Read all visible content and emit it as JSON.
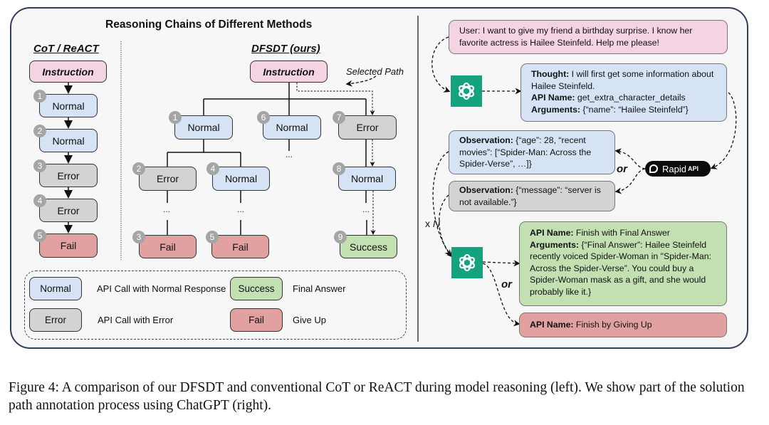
{
  "diagram": {
    "title": "Reasoning Chains of Different Methods",
    "cot": {
      "title": "CoT / ReACT",
      "instruction": "Instruction",
      "nodes": [
        {
          "badge": "1",
          "label": "Normal",
          "type": "normal"
        },
        {
          "badge": "2",
          "label": "Normal",
          "type": "normal"
        },
        {
          "badge": "3",
          "label": "Error",
          "type": "error"
        },
        {
          "badge": "4",
          "label": "Error",
          "type": "error"
        },
        {
          "badge": "5",
          "label": "Fail",
          "type": "fail"
        }
      ]
    },
    "dfsdt": {
      "title": "DFSDT (ours)",
      "instruction": "Instruction",
      "selected_path_label": "Selected Path",
      "ellipsis": "...",
      "nodes": [
        {
          "badge": "1",
          "label": "Normal",
          "type": "normal"
        },
        {
          "badge": "6",
          "label": "Normal",
          "type": "normal"
        },
        {
          "badge": "7",
          "label": "Error",
          "type": "error"
        },
        {
          "badge": "2",
          "label": "Error",
          "type": "error"
        },
        {
          "badge": "4",
          "label": "Normal",
          "type": "normal"
        },
        {
          "badge": "8",
          "label": "Normal",
          "type": "normal"
        },
        {
          "badge": "3",
          "label": "Fail",
          "type": "fail"
        },
        {
          "badge": "5",
          "label": "Fail",
          "type": "fail"
        },
        {
          "badge": "9",
          "label": "Success",
          "type": "success"
        }
      ]
    },
    "legend": [
      {
        "label": "Normal",
        "description": "API Call with Normal Response",
        "type": "normal"
      },
      {
        "label": "Error",
        "description": "API Call with Error",
        "type": "error"
      },
      {
        "label": "Success",
        "description": "Final Answer",
        "type": "success"
      },
      {
        "label": "Fail",
        "description": "Give Up",
        "type": "fail"
      }
    ],
    "annotation": {
      "user_message": "User: I want to give my friend a birthday surprise. I know her favorite actress is Hailee Steinfeld. Help me please!",
      "thought_label": "Thought:",
      "thought_text": " I will first get some information about Hailee Steinfeld.",
      "api_name_label": "API Name:",
      "api_name_text": " get_extra_character_details",
      "arguments_label": "Arguments:",
      "arguments_text": " {“name”: “Hailee Steinfeld”}",
      "observation_label": "Observation:",
      "observation_ok_text": " {“age”: 28, “recent movies”: [“Spider-Man: Across the Spider-Verse”, …]}",
      "observation_err_text": " {“message”: “server is not available.”}",
      "or_label": "or",
      "repeat_label_x": "x ",
      "repeat_label_n": "N",
      "rapidapi_label": "Rapid",
      "rapidapi_suffix": "API",
      "final_api_label": "API Name:",
      "final_api_text": "  Finish with Final Answer",
      "final_args_label": "Arguments:",
      "final_args_text": " {“Final Answer”: Hailee Steinfeld recently voiced Spider-Woman in \"Spider-Man: Across the Spider-Verse”.  You could buy a Spider-Woman mask as a gift, and she would probably like it.}",
      "giveup_api_label": "API Name:",
      "giveup_api_text": "  Finish by Giving Up"
    },
    "colors": {
      "instruction": "#f4d3e2",
      "normal": "#d6e3f5",
      "error": "#d3d3d3",
      "fail": "#e1a1a1",
      "success": "#c3e0b3",
      "chatgpt": "#15a37f"
    }
  },
  "caption": "Figure 4:   A comparison of our DFSDT and conventional CoT or ReACT during model reasoning (left). We show part of the solution path annotation process using ChatGPT (right)."
}
